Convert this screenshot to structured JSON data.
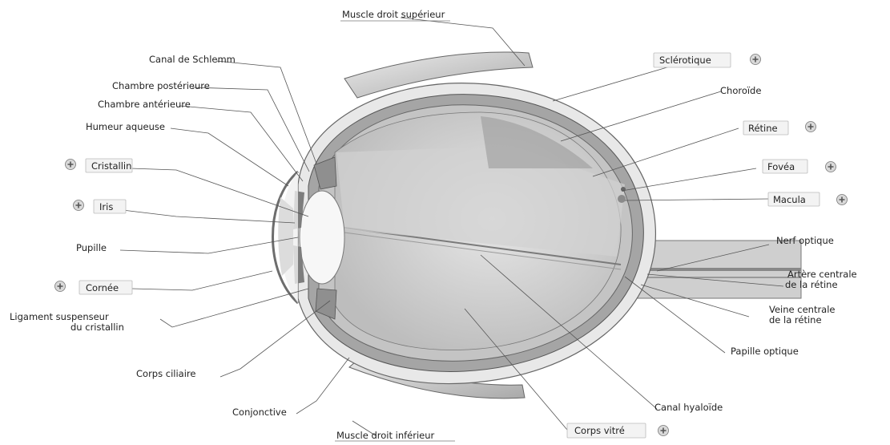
{
  "labels": {
    "muscle_droit_superieur": "Muscle droit supérieur",
    "canal_schlemm": "Canal de Schlemm",
    "chambre_posterieure": "Chambre postérieure",
    "chambre_anterieure": "Chambre antérieure",
    "humeur_aqueuse": "Humeur aqueuse",
    "cristallin": "Cristallin",
    "iris": "Iris",
    "pupille": "Pupille",
    "cornee": "Cornée",
    "ligament_l1": "Ligament suspenseur",
    "ligament_l2": "du cristallin",
    "corps_ciliaire": "Corps ciliaire",
    "conjonctive": "Conjonctive",
    "muscle_droit_inferieur": "Muscle droit inférieur",
    "corps_vitre": "Corps vitré",
    "canal_hyaloide": "Canal hyaloïde",
    "papille_optique": "Papille optique",
    "veine_l1": "Veine centrale",
    "veine_l2": "de la rétine",
    "artere_l1": "Artère centrale",
    "artere_l2": "de la rétine",
    "nerf_optique": "Nerf optique",
    "macula": "Macula",
    "fovea": "Fovéa",
    "retine": "Rétine",
    "choroide": "Choroïde",
    "sclerotique": "Sclérotique"
  },
  "colors": {
    "leader": "#555555",
    "tissue": "#b9b9b9",
    "vitreous": "#d9d9d9",
    "plus_icon": "#d9d9d9"
  }
}
